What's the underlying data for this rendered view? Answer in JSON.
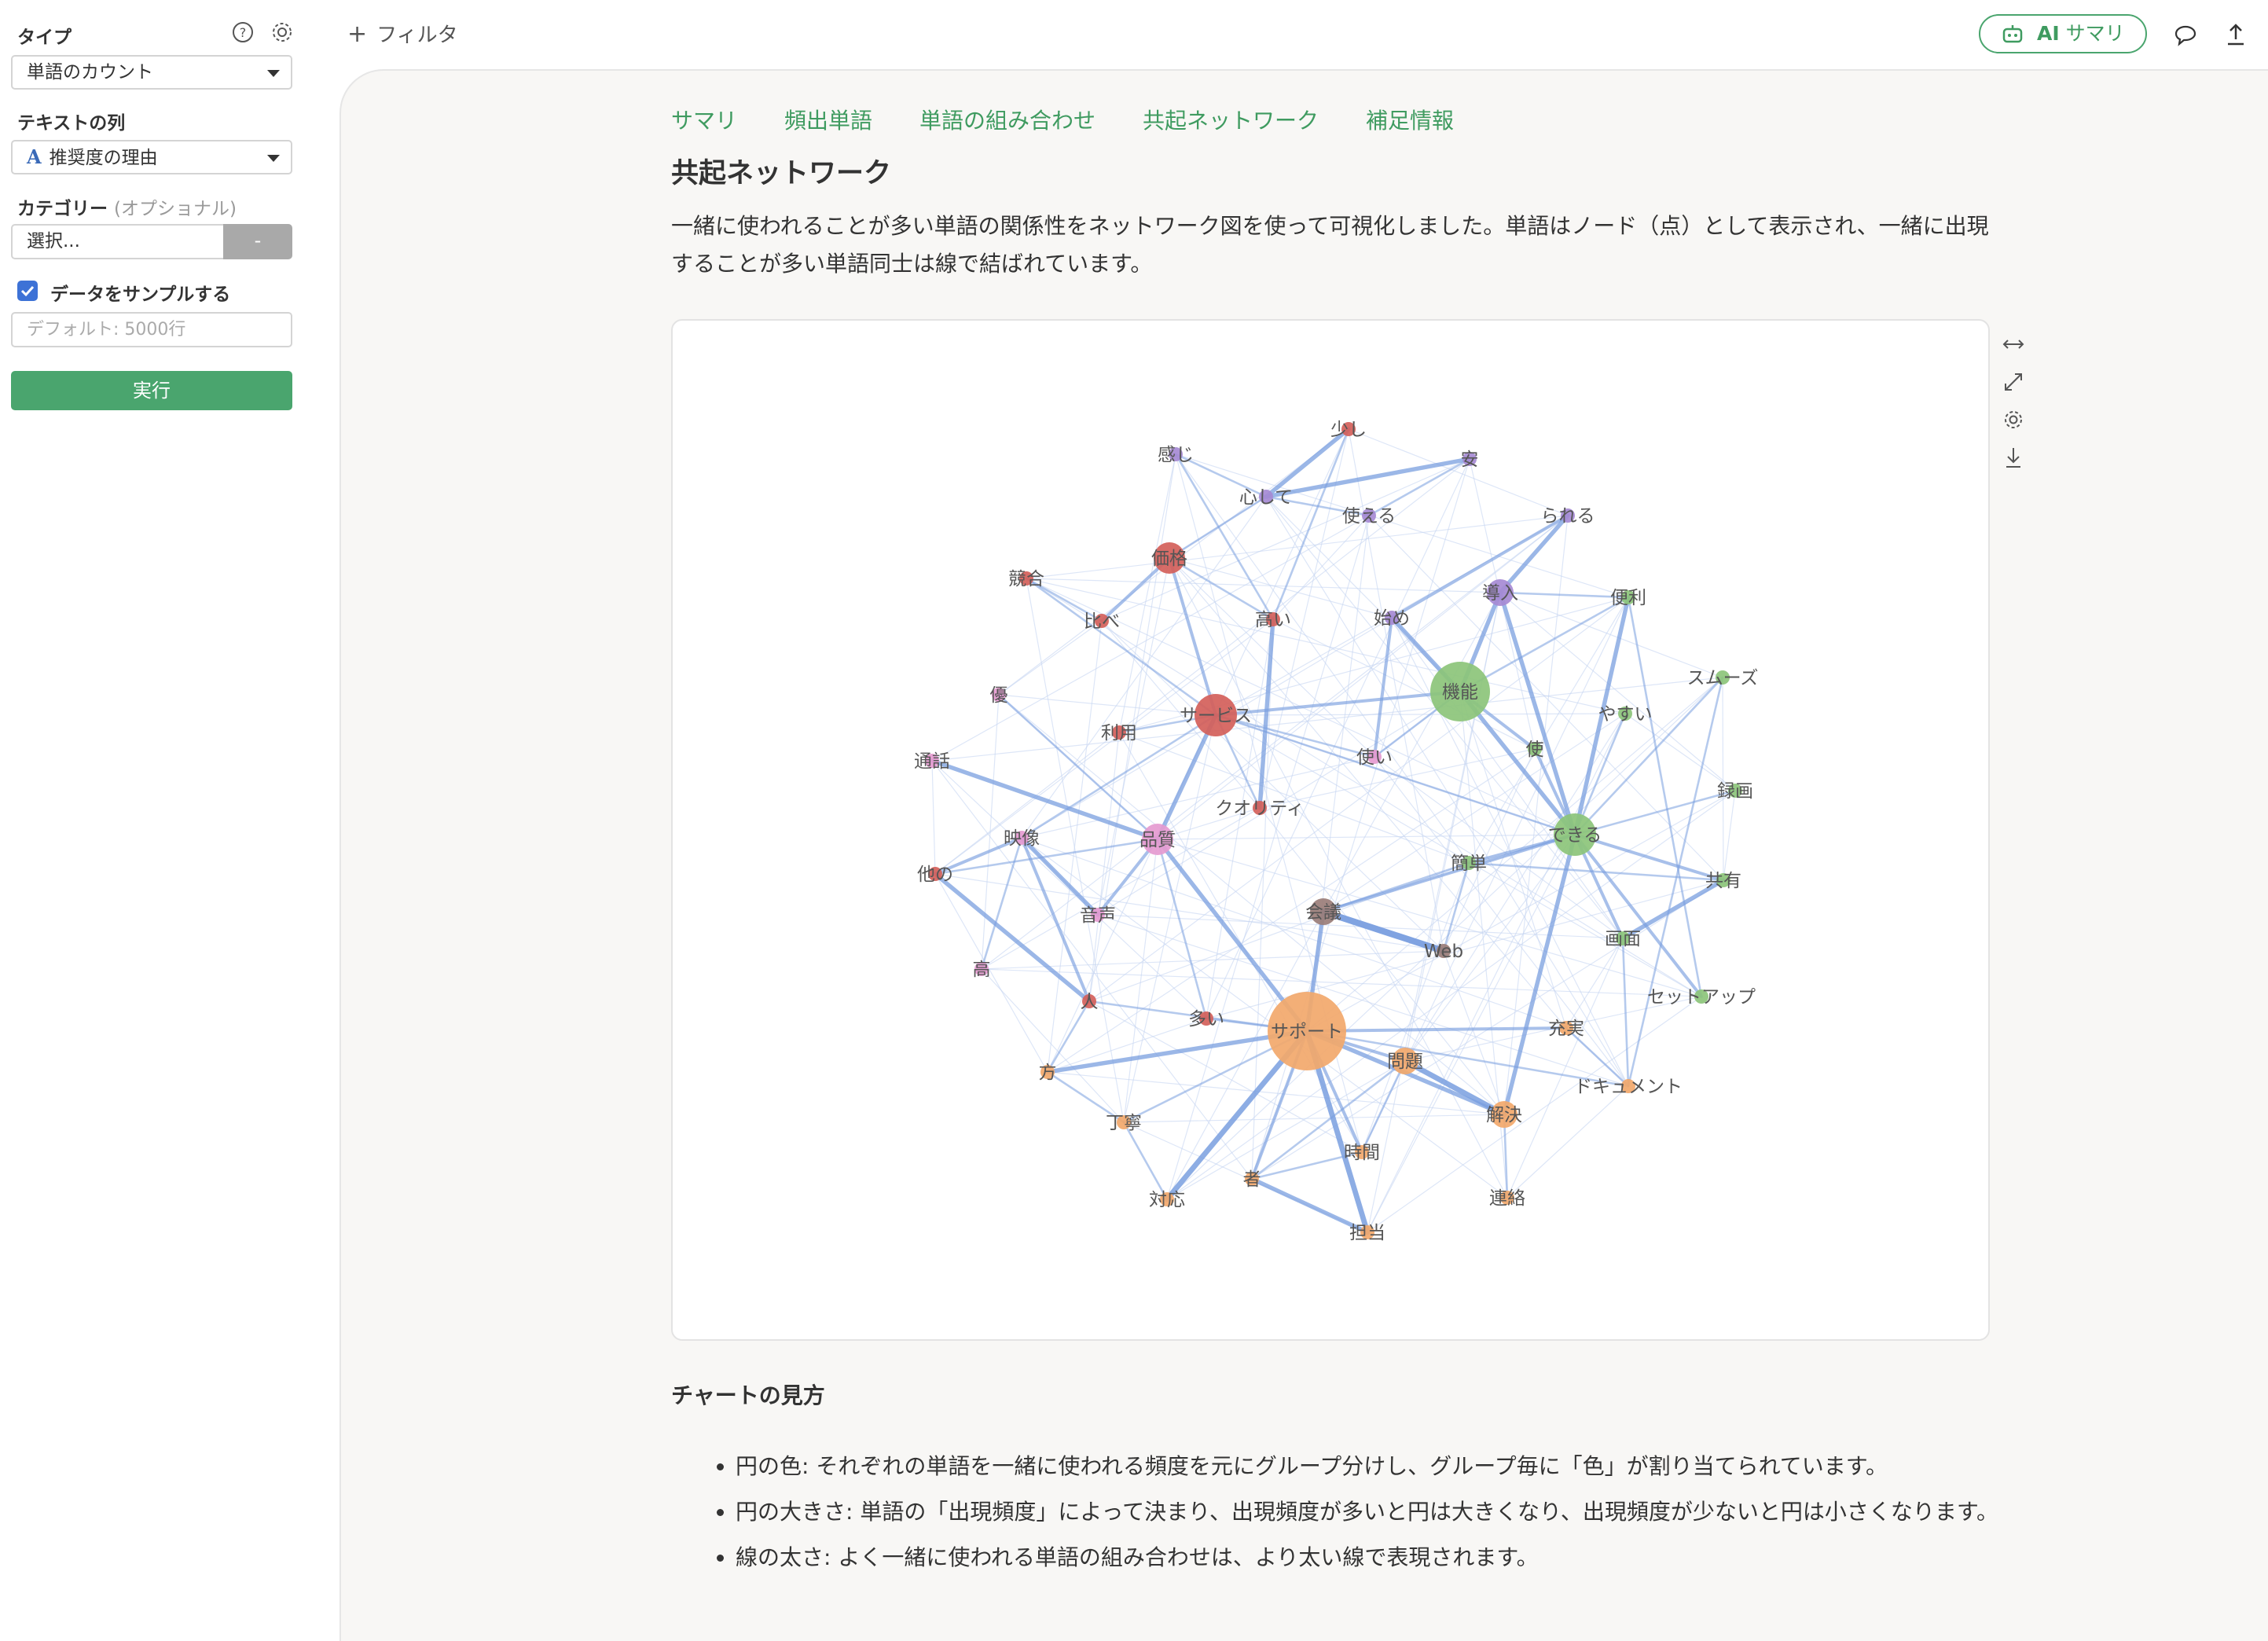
{
  "sidebar": {
    "type_label": "タイプ",
    "type_value": "単語のカウント",
    "text_column_label": "テキストの列",
    "text_column_type_icon": "A",
    "text_column_value": "推奨度の理由",
    "category_label": "カテゴリー",
    "category_optional": "(オプショナル)",
    "category_placeholder": "選択...",
    "category_clear": "-",
    "sample_label": "データをサンプルする",
    "sample_checked": true,
    "sample_placeholder": "デフォルト: 5000行",
    "run_label": "実行"
  },
  "topbar": {
    "filter_label": "フィルタ",
    "ai_label_ai": "AI",
    "ai_label_text": "サマリ"
  },
  "tabs": [
    "サマリ",
    "頻出単語",
    "単語の組み合わせ",
    "共起ネットワーク",
    "補足情報"
  ],
  "section": {
    "title": "共起ネットワーク",
    "description": "一緒に使われることが多い単語の関係性をネットワーク図を使って可視化しました。単語はノード（点）として表示され、一緒に出現することが多い単語同士は線で結ばれています。"
  },
  "how_to_read": {
    "title": "チャートの見方",
    "items": [
      "円の色: それぞれの単語を一緒に使われる頻度を元にグループ分けし、グループ毎に「色」が割り当てられています。",
      "円の大きさ: 単語の「出現頻度」によって決まり、出現頻度が多いと円は大きくなり、出現頻度が少ないと円は小さくなります。",
      "線の太さ: よく一緒に使われる単語の組み合わせは、より太い線で表現されます。"
    ]
  },
  "colors": {
    "accent_green": "#4aa56e",
    "link_blue": "#7a9fe0",
    "group_red": "#d4605a",
    "group_purple": "#a68ad4",
    "group_green": "#8cc47a",
    "group_orange": "#f2a86b",
    "group_pink": "#e59ad0",
    "group_brown": "#9a7d78"
  },
  "chart_data": {
    "type": "network",
    "nodes": [
      {
        "id": "感じ",
        "group": "purple",
        "size": 1
      },
      {
        "id": "少し",
        "group": "red",
        "size": 1
      },
      {
        "id": "安",
        "group": "purple",
        "size": 1
      },
      {
        "id": "心して",
        "group": "purple",
        "size": 1
      },
      {
        "id": "使える",
        "group": "purple",
        "size": 1
      },
      {
        "id": "られる",
        "group": "purple",
        "size": 1
      },
      {
        "id": "価格",
        "group": "red",
        "size": 3
      },
      {
        "id": "競合",
        "group": "red",
        "size": 1
      },
      {
        "id": "導入",
        "group": "purple",
        "size": 2
      },
      {
        "id": "便利",
        "group": "green",
        "size": 1
      },
      {
        "id": "比べ",
        "group": "red",
        "size": 1
      },
      {
        "id": "高い",
        "group": "red",
        "size": 1
      },
      {
        "id": "始め",
        "group": "purple",
        "size": 1
      },
      {
        "id": "スムーズ",
        "group": "green",
        "size": 1
      },
      {
        "id": "優",
        "group": "pink",
        "size": 1
      },
      {
        "id": "機能",
        "group": "green",
        "size": 6
      },
      {
        "id": "サービス",
        "group": "red",
        "size": 4
      },
      {
        "id": "やすい",
        "group": "green",
        "size": 1
      },
      {
        "id": "利用",
        "group": "red",
        "size": 1
      },
      {
        "id": "使",
        "group": "green",
        "size": 1
      },
      {
        "id": "通話",
        "group": "pink",
        "size": 1
      },
      {
        "id": "使い",
        "group": "pink",
        "size": 1
      },
      {
        "id": "録画",
        "group": "green",
        "size": 1
      },
      {
        "id": "クオリティ",
        "group": "red",
        "size": 1
      },
      {
        "id": "映像",
        "group": "pink",
        "size": 1
      },
      {
        "id": "品質",
        "group": "pink",
        "size": 3
      },
      {
        "id": "できる",
        "group": "green",
        "size": 4
      },
      {
        "id": "簡単",
        "group": "green",
        "size": 1
      },
      {
        "id": "他の",
        "group": "red",
        "size": 1
      },
      {
        "id": "共有",
        "group": "green",
        "size": 1
      },
      {
        "id": "音声",
        "group": "pink",
        "size": 1
      },
      {
        "id": "会議",
        "group": "brown",
        "size": 2
      },
      {
        "id": "Web",
        "group": "brown",
        "size": 1
      },
      {
        "id": "画面",
        "group": "green",
        "size": 1
      },
      {
        "id": "高",
        "group": "pink",
        "size": 1
      },
      {
        "id": "セットアップ",
        "group": "green",
        "size": 1
      },
      {
        "id": "人",
        "group": "red",
        "size": 1
      },
      {
        "id": "多い",
        "group": "red",
        "size": 1
      },
      {
        "id": "サポート",
        "group": "orange",
        "size": 10
      },
      {
        "id": "充実",
        "group": "orange",
        "size": 1
      },
      {
        "id": "問題",
        "group": "orange",
        "size": 2
      },
      {
        "id": "方",
        "group": "orange",
        "size": 1
      },
      {
        "id": "ドキュメント",
        "group": "orange",
        "size": 1
      },
      {
        "id": "解決",
        "group": "orange",
        "size": 2
      },
      {
        "id": "丁寧",
        "group": "orange",
        "size": 1
      },
      {
        "id": "時間",
        "group": "orange",
        "size": 1
      },
      {
        "id": "者",
        "group": "orange",
        "size": 1
      },
      {
        "id": "対応",
        "group": "orange",
        "size": 1
      },
      {
        "id": "連絡",
        "group": "orange",
        "size": 1
      },
      {
        "id": "担当",
        "group": "orange",
        "size": 1
      }
    ],
    "edges": [
      [
        "心して",
        "安",
        3
      ],
      [
        "少し",
        "心して",
        3
      ],
      [
        "使える",
        "安",
        1
      ],
      [
        "感じ",
        "心して",
        1
      ],
      [
        "心して",
        "使える",
        1
      ],
      [
        "少し",
        "高い",
        1
      ],
      [
        "感じ",
        "高い",
        1
      ],
      [
        "心して",
        "価格",
        1
      ],
      [
        "られる",
        "導入",
        3
      ],
      [
        "られる",
        "始め",
        2
      ],
      [
        "始め",
        "機能",
        3
      ],
      [
        "始め",
        "使い",
        2
      ],
      [
        "導入",
        "できる",
        3
      ],
      [
        "導入",
        "便利",
        1
      ],
      [
        "便利",
        "できる",
        3
      ],
      [
        "便利",
        "機能",
        1
      ],
      [
        "機能",
        "できる",
        3
      ],
      [
        "機能",
        "使",
        2
      ],
      [
        "機能",
        "導入",
        3
      ],
      [
        "機能",
        "サービス",
        2
      ],
      [
        "機能",
        "使い",
        1
      ],
      [
        "価格",
        "サービス",
        2
      ],
      [
        "価格",
        "高い",
        1
      ],
      [
        "価格",
        "比べ",
        2
      ],
      [
        "競合",
        "比べ",
        1
      ],
      [
        "競合",
        "サービス",
        1
      ],
      [
        "高い",
        "クオリティ",
        3
      ],
      [
        "サービス",
        "品質",
        3
      ],
      [
        "サービス",
        "利用",
        1
      ],
      [
        "サービス",
        "クオリティ",
        1
      ],
      [
        "サービス",
        "映像",
        1
      ],
      [
        "サービス",
        "使い",
        1
      ],
      [
        "サービス",
        "できる",
        1
      ],
      [
        "通話",
        "品質",
        3
      ],
      [
        "映像",
        "他の",
        2
      ],
      [
        "映像",
        "音声",
        3
      ],
      [
        "映像",
        "人",
        2
      ],
      [
        "品質",
        "音声",
        2
      ],
      [
        "品質",
        "サポート",
        3
      ],
      [
        "品質",
        "他の",
        1
      ],
      [
        "他の",
        "人",
        3
      ],
      [
        "優",
        "品質",
        1
      ],
      [
        "品質",
        "多い",
        1
      ],
      [
        "会議",
        "Web",
        5
      ],
      [
        "会議",
        "できる",
        2
      ],
      [
        "会議",
        "サポート",
        3
      ],
      [
        "会議",
        "簡単",
        1
      ],
      [
        "Web",
        "簡単",
        1
      ],
      [
        "簡単",
        "できる",
        2
      ],
      [
        "簡単",
        "共有",
        1
      ],
      [
        "できる",
        "画面",
        2
      ],
      [
        "できる",
        "解決",
        3
      ],
      [
        "できる",
        "録画",
        1
      ],
      [
        "できる",
        "共有",
        2
      ],
      [
        "できる",
        "スムーズ",
        1
      ],
      [
        "できる",
        "セットアップ",
        2
      ],
      [
        "画面",
        "共有",
        3
      ],
      [
        "便利",
        "セットアップ",
        1
      ],
      [
        "やすい",
        "できる",
        1
      ],
      [
        "使",
        "できる",
        2
      ],
      [
        "スムーズ",
        "ドキュメント",
        1
      ],
      [
        "サポート",
        "方",
        3
      ],
      [
        "サポート",
        "充実",
        2
      ],
      [
        "サポート",
        "問題",
        2
      ],
      [
        "サポート",
        "解決",
        3
      ],
      [
        "サポート",
        "対応",
        4
      ],
      [
        "サポート",
        "担当",
        4
      ],
      [
        "サポート",
        "時間",
        2
      ],
      [
        "サポート",
        "丁寧",
        1
      ],
      [
        "サポート",
        "ドキュメント",
        1
      ],
      [
        "サポート",
        "者",
        2
      ],
      [
        "問題",
        "解決",
        4
      ],
      [
        "問題",
        "者",
        1
      ],
      [
        "問題",
        "時間",
        1
      ],
      [
        "解決",
        "連絡",
        1
      ],
      [
        "対応",
        "丁寧",
        1
      ],
      [
        "者",
        "担当",
        3
      ],
      [
        "者",
        "時間",
        1
      ],
      [
        "方",
        "人",
        1
      ],
      [
        "方",
        "丁寧",
        1
      ],
      [
        "充実",
        "ドキュメント",
        1
      ],
      [
        "ドキュメント",
        "画面",
        1
      ],
      [
        "高",
        "映像",
        1
      ],
      [
        "多い",
        "サポート",
        1
      ],
      [
        "人",
        "サポート",
        1
      ]
    ]
  }
}
